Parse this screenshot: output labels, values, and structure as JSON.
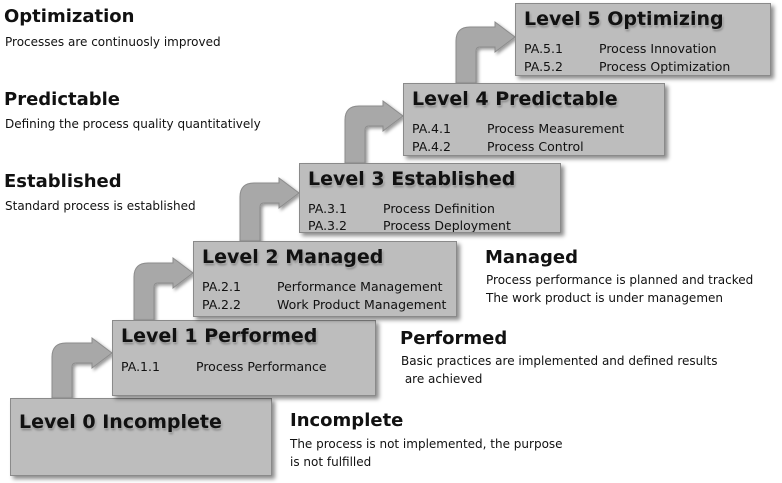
{
  "levels": [
    {
      "title": "Level 0 Incomplete",
      "attributes": []
    },
    {
      "title": "Level 1 Performed",
      "attributes": [
        {
          "id": "PA.1.1",
          "name": "Process Performance"
        }
      ]
    },
    {
      "title": "Level 2 Managed",
      "attributes": [
        {
          "id": "PA.2.1",
          "name": "Performance Management"
        },
        {
          "id": "PA.2.2",
          "name": "Work Product Management"
        }
      ]
    },
    {
      "title": "Level 3 Established",
      "attributes": [
        {
          "id": "PA.3.1",
          "name": "Process Definition"
        },
        {
          "id": "PA.3.2",
          "name": "Process Deployment"
        }
      ]
    },
    {
      "title": "Level 4 Predictable",
      "attributes": [
        {
          "id": "PA.4.1",
          "name": "Process Measurement"
        },
        {
          "id": "PA.4.2",
          "name": "Process Control"
        }
      ]
    },
    {
      "title": "Level 5 Optimizing",
      "attributes": [
        {
          "id": "PA.5.1",
          "name": "Process  Innovation"
        },
        {
          "id": "PA.5.2",
          "name": "Process Optimization"
        }
      ]
    }
  ],
  "descriptions": {
    "incomplete": {
      "title": "Incomplete",
      "lines": [
        "The process is not implemented, the purpose",
        "is not fulfilled"
      ]
    },
    "performed": {
      "title": "Performed",
      "lines": [
        "Basic practices are implemented and defined results",
        " are achieved"
      ]
    },
    "managed": {
      "title": "Managed",
      "lines": [
        "Process performance is planned and tracked",
        "The work product is under managemen"
      ]
    },
    "established": {
      "title": "Established",
      "lines": [
        "Standard process is established"
      ]
    },
    "predictable": {
      "title": "Predictable",
      "lines": [
        "Defining the process quality quantitatively"
      ]
    },
    "optimization": {
      "title": "Optimization",
      "lines": [
        "Processes are continuosly improved"
      ]
    }
  },
  "colors": {
    "box_fill": "#bdbdbd",
    "box_border": "#8a8a8a",
    "arrow_fill": "#a8a8a8",
    "text": "#111111"
  }
}
